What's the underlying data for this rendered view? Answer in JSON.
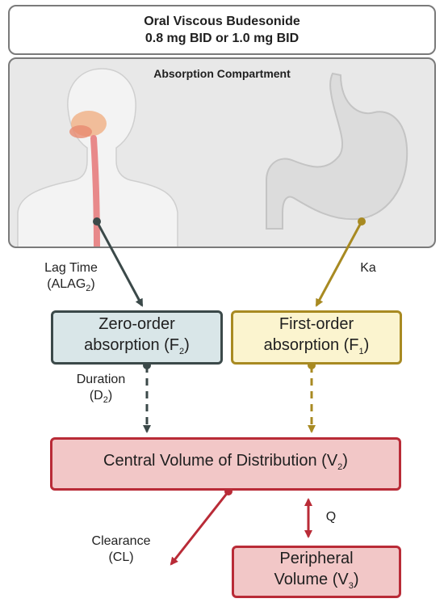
{
  "header": {
    "line1": "Oral Viscous Budesonide",
    "line2": "0.8 mg BID or 1.0 mg BID"
  },
  "absorption": {
    "label": "Absorption Compartment",
    "icons": [
      "human-esophagus-icon",
      "stomach-icon"
    ]
  },
  "edges": {
    "lag_line1": "Lag Time",
    "lag_line2_prefix": "(ALAG",
    "lag_sub": "2",
    "lag_suffix": ")",
    "ka": "Ka",
    "duration_line1": "Duration",
    "duration_prefix": "(D",
    "duration_sub": "2",
    "duration_suffix": ")",
    "clearance_line1": "Clearance",
    "clearance_line2": "(CL)",
    "q": "Q"
  },
  "zero_order": {
    "line1": "Zero-order",
    "line2_prefix": "absorption (F",
    "sub": "2",
    "suffix": ")"
  },
  "first_order": {
    "line1": "First-order",
    "line2_prefix": "absorption (F",
    "sub": "1",
    "suffix": ")"
  },
  "central": {
    "prefix": "Central Volume of Distribution (V",
    "sub": "2",
    "suffix": ")"
  },
  "peripheral": {
    "line1": "Peripheral",
    "line2_prefix": "Volume (V",
    "sub": "3",
    "suffix": ")"
  },
  "colors": {
    "zero": "#3b4949",
    "first": "#a88a22",
    "central": "#b92b37",
    "esophagus": "#e8898a",
    "stomach": "#d9d9d9"
  }
}
